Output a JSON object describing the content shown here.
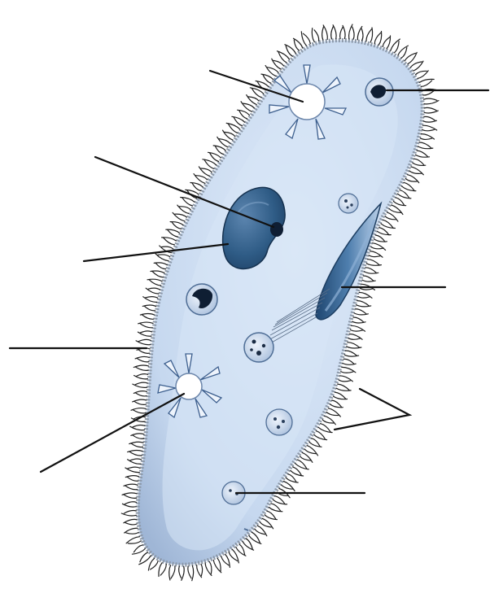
{
  "diagram": {
    "subject": "paramecium",
    "labels": [],
    "colors": {
      "cytoplasm": "#c8d9f0",
      "membrane": "#8c98a8",
      "cilia": "#1e1e1e",
      "nucleus": "#2f5c86",
      "organelle": "#cfe0f5",
      "leader_line": "#111111",
      "background": "#ffffff"
    },
    "leader_lines": [
      {
        "id": "contractile-vacuole-top-line"
      },
      {
        "id": "food-vacuole-top-right-line"
      },
      {
        "id": "micronucleus-line"
      },
      {
        "id": "macronucleus-line"
      },
      {
        "id": "oral-groove-line"
      },
      {
        "id": "cell-membrane-line"
      },
      {
        "id": "contractile-vacuole-bottom-line"
      },
      {
        "id": "cilia-bracket-line"
      },
      {
        "id": "food-vacuole-bottom-line"
      }
    ]
  }
}
